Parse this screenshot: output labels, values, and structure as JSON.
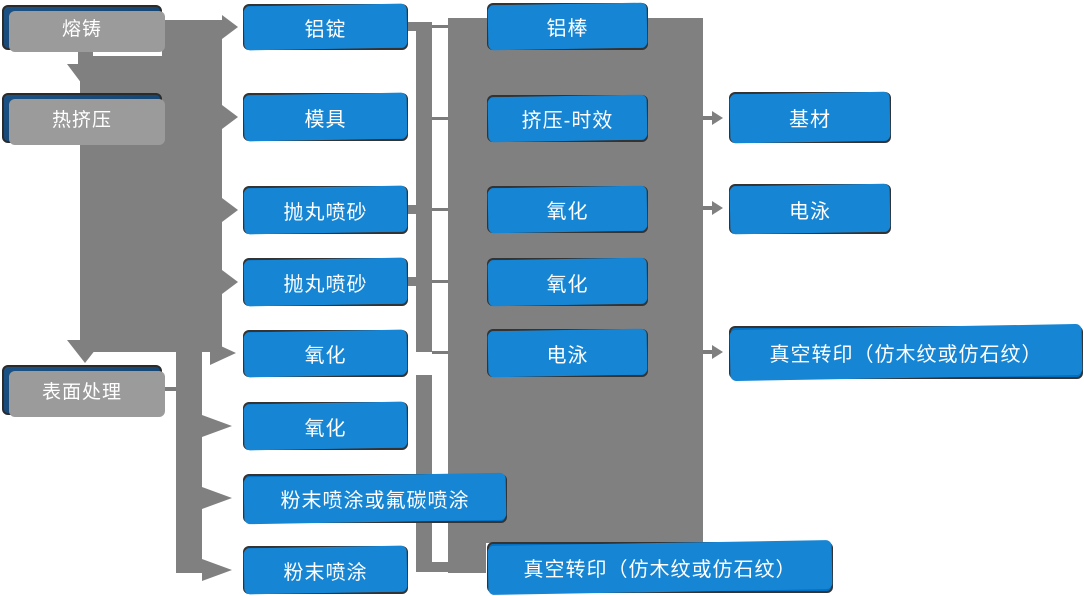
{
  "diagram_title": "aluminum-profile-process-flow",
  "colors": {
    "node_blue": "#0070C3",
    "node_dark_blue": "#1B5286",
    "connector_gray": "#808080",
    "text": "#FFFFFF",
    "background": "#FFFFFF"
  },
  "columns": {
    "stage1": [
      {
        "label": "熔铸"
      },
      {
        "label": "热挤压"
      },
      {
        "label": "表面处理"
      }
    ],
    "stage2": [
      {
        "label": "铝锭"
      },
      {
        "label": "模具"
      },
      {
        "label": "抛丸喷砂"
      },
      {
        "label": "抛丸喷砂"
      },
      {
        "label": "氧化"
      },
      {
        "label": "氧化"
      },
      {
        "label": "粉末喷涂或氟碳喷涂"
      },
      {
        "label": "粉末喷涂"
      }
    ],
    "stage3": [
      {
        "label": "铝棒"
      },
      {
        "label": "挤压-时效"
      },
      {
        "label": "氧化"
      },
      {
        "label": "氧化"
      },
      {
        "label": "电泳"
      },
      {
        "label": "真空转印（仿木纹或仿石纹）"
      }
    ],
    "stage4": [
      {
        "label": "基材"
      },
      {
        "label": "电泳"
      },
      {
        "label": "真空转印（仿木纹或仿石纹）"
      }
    ]
  }
}
